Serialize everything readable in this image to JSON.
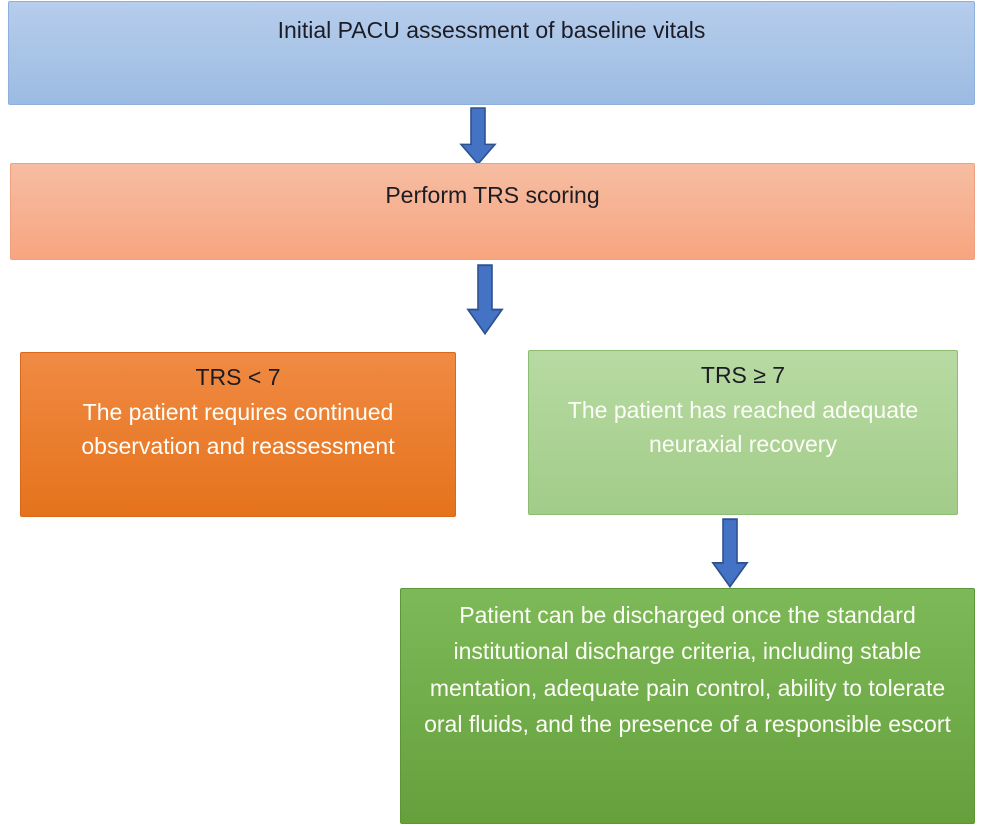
{
  "diagram": {
    "type": "flowchart",
    "title": "PACU TRS scoring discharge pathway",
    "nodes": {
      "initial": {
        "text": "Initial PACU assessment of baseline vitals"
      },
      "scoring": {
        "text": "Perform TRS scoring"
      },
      "trs_low": {
        "heading": "TRS < 7",
        "body": "The patient requires continued observation and reassessment"
      },
      "trs_high": {
        "heading": "TRS ≥ 7",
        "body": "The patient has reached adequate neuraxial recovery"
      },
      "discharge": {
        "text": "Patient can be discharged once the standard institutional discharge criteria, including stable mentation, adequate pain control, ability to tolerate oral fluids, and the presence of a responsible escort"
      }
    },
    "colors": {
      "blue_top": "#b6cdec",
      "blue_bottom": "#9cbbe2",
      "blue_border": "#8fb0da",
      "peach_top": "#f6bda2",
      "peach_bottom": "#f7a57f",
      "peach_border": "#efa083",
      "orange_top": "#f08a43",
      "orange_bottom": "#e5731c",
      "orange_border": "#d8681c",
      "lightgreen_top": "#b7daa2",
      "lightgreen_bottom": "#a2cc89",
      "lightgreen_border": "#8cbd72",
      "green_top": "#7db958",
      "green_bottom": "#65a03c",
      "green_border": "#5d9637",
      "arrow_fill": "#4472c4",
      "arrow_border": "#2f528f",
      "heading_text": "#1c1c24",
      "body_text": "#fdfdf8"
    }
  }
}
